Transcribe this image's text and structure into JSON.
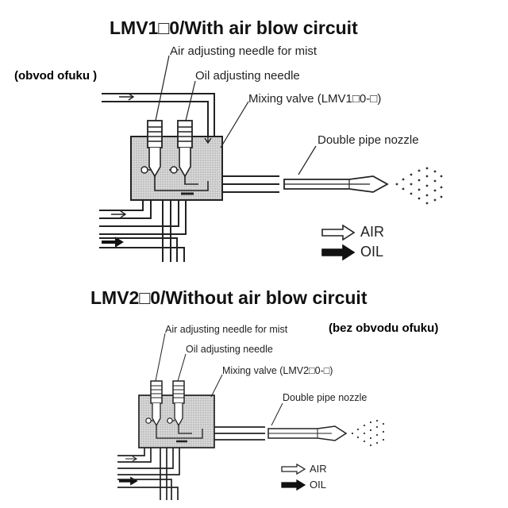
{
  "diagram1": {
    "title": "LMV1□0/With air blow circuit",
    "note": "(obvod ofuku )",
    "labels": {
      "air_needle": "Air adjusting needle for mist",
      "oil_needle": "Oil adjusting needle",
      "mixing_valve": "Mixing valve (LMV1□0-□)",
      "nozzle": "Double pipe nozzle"
    },
    "legend": {
      "air": "AIR",
      "oil": "OIL"
    }
  },
  "diagram2": {
    "title": "LMV2□0/Without air blow circuit",
    "note": "(bez obvodu ofuku)",
    "labels": {
      "air_needle": "Air adjusting needle for mist",
      "oil_needle": "Oil adjusting needle",
      "mixing_valve": "Mixing valve (LMV2□0-□)",
      "nozzle": "Double pipe nozzle"
    },
    "legend": {
      "air": "AIR",
      "oil": "OIL"
    }
  }
}
